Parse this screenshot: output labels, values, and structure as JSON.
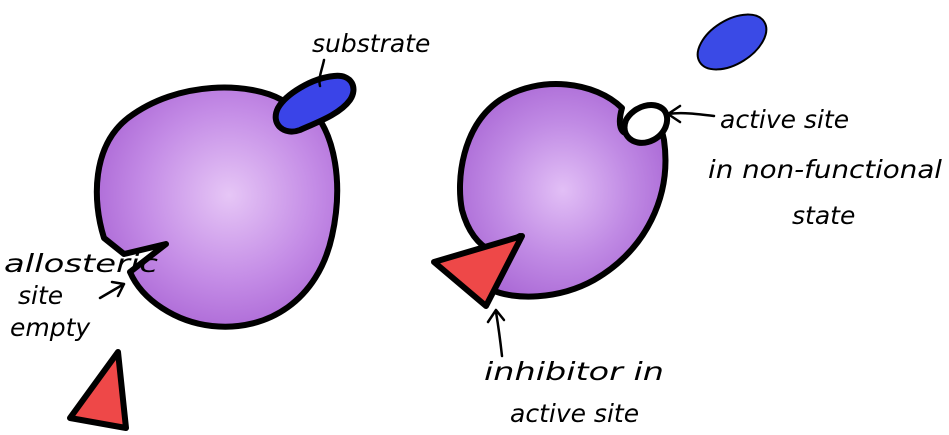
{
  "left_panel": {
    "substrate_label": "substrate",
    "allosteric_label_lines": [
      "allosteric",
      "site",
      "empty"
    ]
  },
  "right_panel": {
    "active_site_label_lines": [
      "active site",
      "in non-functional",
      "state"
    ],
    "inhibitor_label_lines": [
      "inhibitor in",
      "active site"
    ]
  },
  "colors": {
    "enzyme_fill": "#b06cd8",
    "enzyme_highlight": "#e8c8f8",
    "substrate": "#3a44e8",
    "substrate_free": "#3a4ae6",
    "inhibitor": "#ee4848",
    "outline": "#000000"
  }
}
